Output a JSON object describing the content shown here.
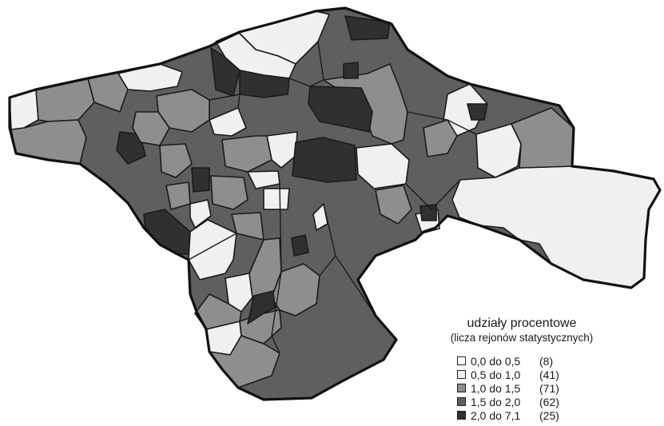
{
  "legend": {
    "title": "udziały procentowe",
    "subtitle": "(licza rejonów statystycznych)",
    "items": [
      {
        "range": "0,0 do 0,5",
        "count": "(8)",
        "color": "#ffffff"
      },
      {
        "range": "0,5 do 1,0",
        "count": "(41)",
        "color": "#f0f0f0"
      },
      {
        "range": "1,0 do 1,5",
        "count": "(71)",
        "color": "#8e8e8e"
      },
      {
        "range": "1,5 do 2,0",
        "count": "(62)",
        "color": "#5f5f5f"
      },
      {
        "range": "2,0 do 7,1",
        "count": "(25)",
        "color": "#303030"
      }
    ]
  },
  "colors": {
    "class_0": "#ffffff",
    "class_1": "#f0f0f0",
    "class_2": "#8e8e8e",
    "class_3": "#5f5f5f",
    "class_4": "#303030",
    "boundary": "#111111"
  }
}
